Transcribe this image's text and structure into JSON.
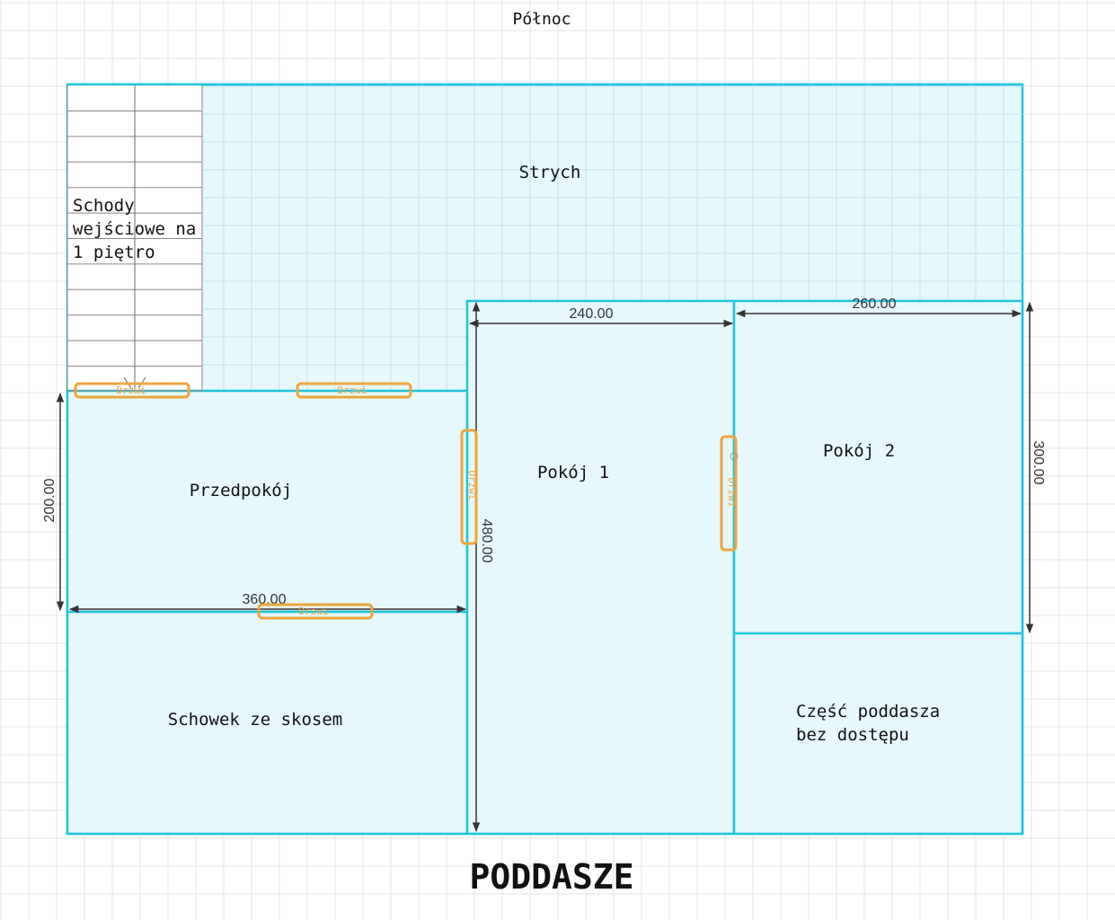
{
  "north_label": "Północ",
  "title": "PODDASZE",
  "rooms": {
    "strych": "Strych",
    "stairs": [
      "Schody",
      "wejściowe na",
      "1 piętro"
    ],
    "przedpokoj": "Przedpokój",
    "pokoj1": "Pokój 1",
    "pokoj2": "Pokój 2",
    "schowek": "Schowek ze skosem",
    "czesc": [
      "Część poddasza",
      "bez dostępu"
    ]
  },
  "door_label": "Drzwi",
  "dimensions": {
    "d240": "240.00",
    "d260": "260.00",
    "d300": "300.00",
    "d480": "480.00",
    "d200": "200.00",
    "d360": "360.00"
  },
  "colors": {
    "wall": "#22c4dc",
    "room_fill": "#e6f8fc",
    "door": "#eea53c"
  }
}
